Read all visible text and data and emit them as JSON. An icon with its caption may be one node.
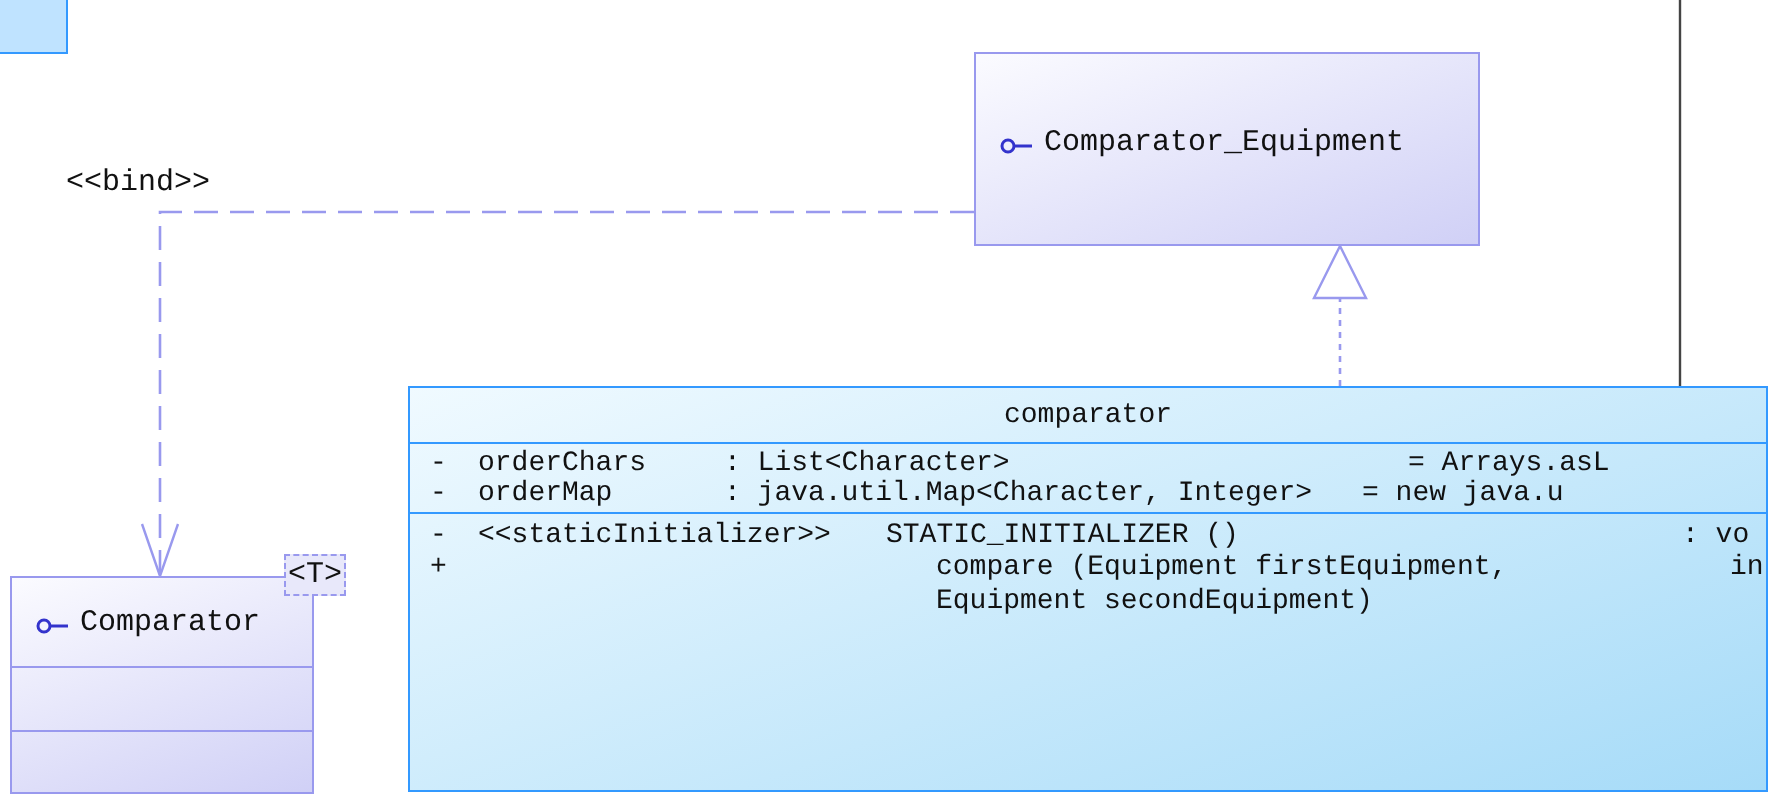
{
  "diagram": {
    "nodes": [
      {
        "text": [],
        "shape": "box"
      },
      {
        "text": [
          "Comparator_Equipment"
        ]
      },
      {
        "text": [
          "Comparator",
          "<T>"
        ]
      },
      {
        "text": [
          "comparator",
          "-",
          "orderChars",
          ": List<Character>",
          "= Arrays.asL",
          "-",
          "orderMap",
          ": java.util.Map<Character, Integer>",
          "= new java.u",
          "-",
          "<<staticInitializer>>",
          "STATIC_INITIALIZER ()",
          ": vo",
          "+",
          "compare (Equipment firstEquipment, Equipment secondEquipment)",
          "in"
        ]
      }
    ],
    "edges": [
      {
        "from": 1,
        "to": 2,
        "arrow": "to",
        "style": "dashed",
        "label": "<<bind>>"
      },
      {
        "from": 3,
        "to": 1,
        "arrow": "to",
        "style": "dashed"
      }
    ]
  }
}
